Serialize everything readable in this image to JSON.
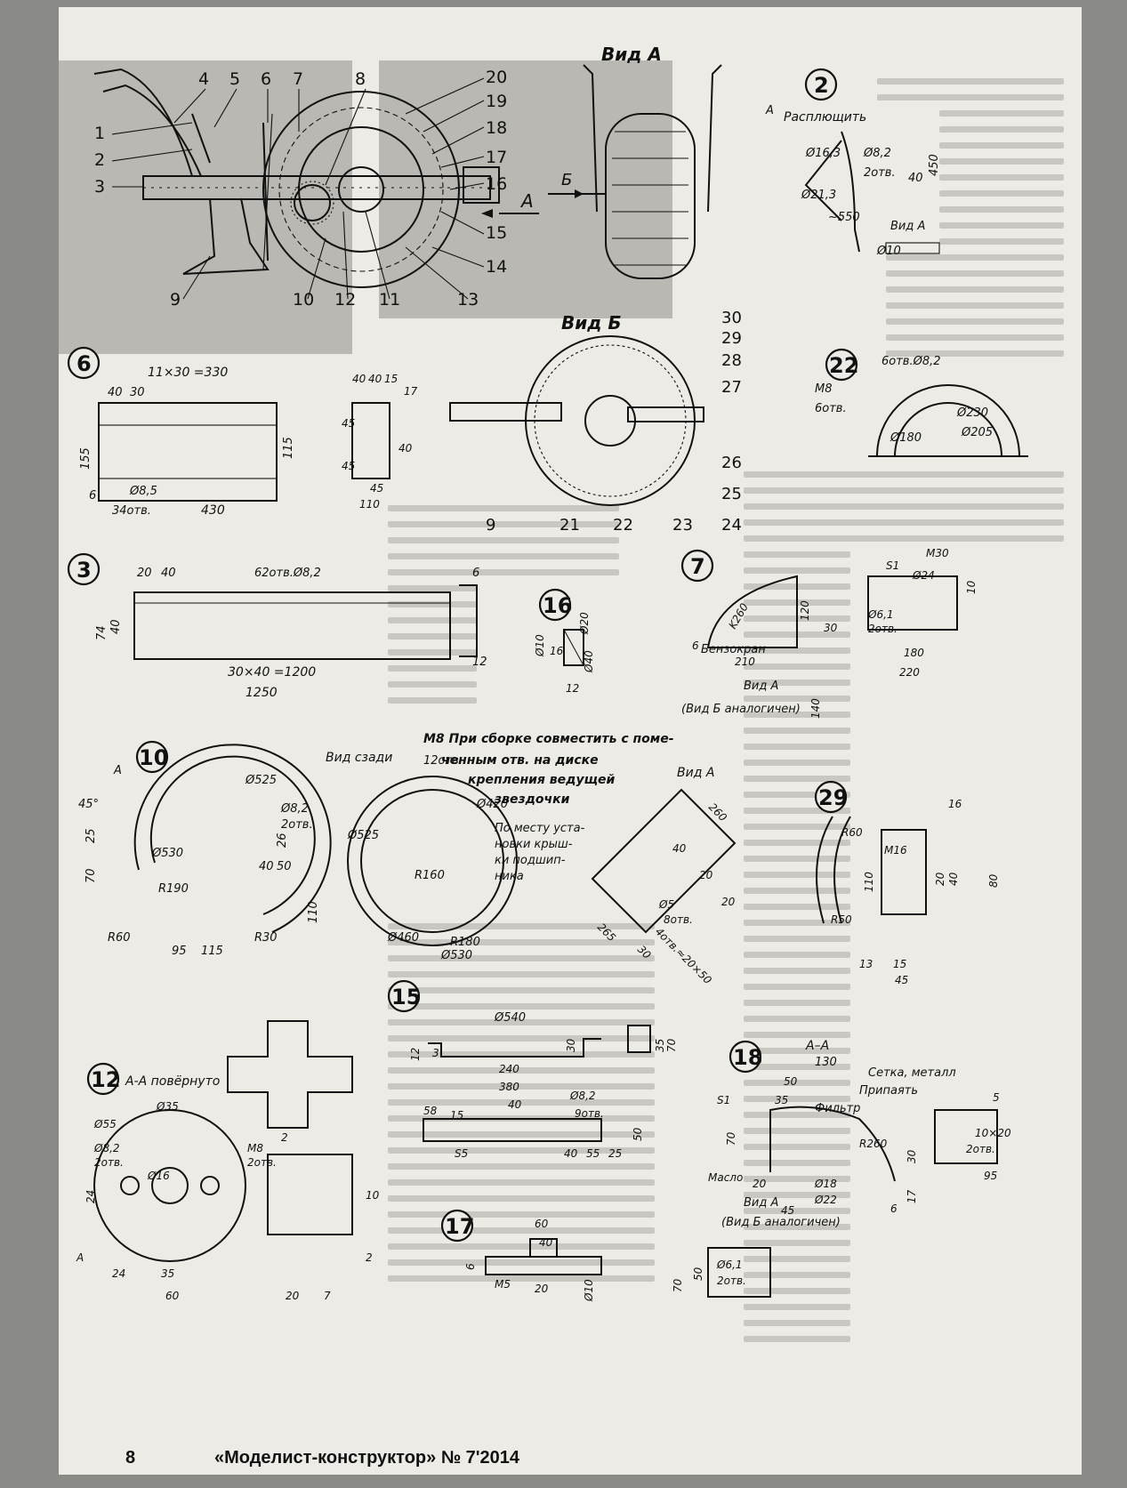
{
  "footer": {
    "page_number": "8",
    "magazine": "«Моделист-конструктор» № 7'2014"
  },
  "fig_main": {
    "callouts": [
      "1",
      "2",
      "3",
      "4",
      "5",
      "6",
      "7",
      "8",
      "9",
      "10",
      "11",
      "12",
      "13",
      "14",
      "15",
      "16",
      "17",
      "18",
      "19",
      "20"
    ],
    "view_a_mark": "А"
  },
  "fig_view_a": {
    "title": "Вид А",
    "mark_b": "Б"
  },
  "fig_view_b": {
    "title": "Вид Б",
    "callouts": [
      "30",
      "29",
      "28",
      "27",
      "26",
      "25",
      "24",
      "23",
      "22",
      "21",
      "9"
    ]
  },
  "fig2": {
    "number": "2",
    "a_mark": "А",
    "note": "Расплющить",
    "dims": [
      "Ø16,3",
      "Ø8,2",
      "2отв.",
      "40",
      "450",
      "Ø21,3",
      "~550",
      "Ø10"
    ],
    "view": "Вид А"
  },
  "fig6": {
    "number": "6",
    "dims": [
      "11×30 =330",
      "40",
      "30",
      "155",
      "115",
      "6",
      "Ø8,5",
      "34отв.",
      "430",
      "40",
      "40",
      "15",
      "17",
      "45",
      "45",
      "40",
      "45",
      "110"
    ]
  },
  "fig22": {
    "number": "22",
    "dims": [
      "6отв.Ø8,2",
      "M8",
      "6отв.",
      "Ø230",
      "Ø180",
      "Ø205"
    ]
  },
  "fig3": {
    "number": "3",
    "dims": [
      "20",
      "40",
      "62отв.Ø8,2",
      "74",
      "40",
      "30×40 =1200",
      "1250",
      "6",
      "12"
    ]
  },
  "fig16": {
    "number": "16",
    "dims": [
      "16",
      "Ø20",
      "Ø10",
      "Ø40",
      "12"
    ]
  },
  "fig7": {
    "number": "7",
    "dims": [
      "K260",
      "120",
      "6",
      "210",
      "180",
      "220",
      "M30",
      "S1",
      "Ø24",
      "10",
      "Ø6,1",
      "2отв.",
      "30",
      "140"
    ],
    "notes": [
      "Бензокран",
      "Вид А",
      "(Вид Б аналогичен)"
    ]
  },
  "fig10": {
    "number": "10",
    "view": "Вид сзади",
    "dims": [
      "45°",
      "A",
      "Ø525",
      "Ø8,2",
      "2отв.",
      "Ø530",
      "R190",
      "25",
      "70",
      "40",
      "50",
      "26",
      "R60",
      "R30",
      "95",
      "115",
      "110"
    ]
  },
  "fig_rear": {
    "note_top": "M8 При сборке совместить с поме-",
    "note_lines": [
      "ченным отв. на диске",
      "крепления ведущей",
      "звездочки"
    ],
    "hole_note": "12отв.",
    "dims": [
      "Ø420",
      "Ø525",
      "R160",
      "R180",
      "Ø460",
      "Ø530"
    ],
    "place_note": [
      "По месту уста-",
      "новки крыш-",
      "ки подшип-",
      "ника"
    ]
  },
  "fig_bracket": {
    "view": "Вид А",
    "dims": [
      "260",
      "40",
      "20",
      "Ø5",
      "8отв.",
      "265",
      "30",
      "4отв.≈20×50",
      "20"
    ]
  },
  "fig29": {
    "number": "29",
    "dims": [
      "16",
      "R60",
      "M16",
      "110",
      "20",
      "40",
      "80",
      "R50",
      "13",
      "15",
      "45"
    ]
  },
  "fig15": {
    "number": "15",
    "dims": [
      "Ø540",
      "12",
      "30",
      "3",
      "35",
      "70",
      "240",
      "380",
      "58",
      "15",
      "40",
      "Ø8,2",
      "9отв.",
      "S5",
      "40",
      "55",
      "25",
      "50"
    ]
  },
  "fig17": {
    "number": "17",
    "dims": [
      "60",
      "40",
      "6",
      "M5",
      "20",
      "Ø10",
      "70",
      "50",
      "Ø6,1",
      "2отв."
    ]
  },
  "fig12": {
    "number": "12",
    "title": "А-А повёрнуто",
    "dims": [
      "Ø55",
      "Ø35",
      "Ø8,2",
      "2отв.",
      "Ø16",
      "M8",
      "2отв.",
      "24",
      "24",
      "35",
      "60",
      "20",
      "7",
      "2",
      "10",
      "2",
      "A"
    ]
  },
  "fig18": {
    "number": "18",
    "section": "А–А",
    "dims": [
      "130",
      "50",
      "35",
      "S1",
      "70",
      "20",
      "45",
      "Ø18",
      "Ø22",
      "R260",
      "30",
      "17",
      "6",
      "5",
      "10×20",
      "2отв.",
      "95",
      "Масло"
    ],
    "notes": [
      "Сетка, металл",
      "Припаять",
      "Фильтр",
      "Вид А",
      "(Вид Б аналогичен)"
    ]
  }
}
